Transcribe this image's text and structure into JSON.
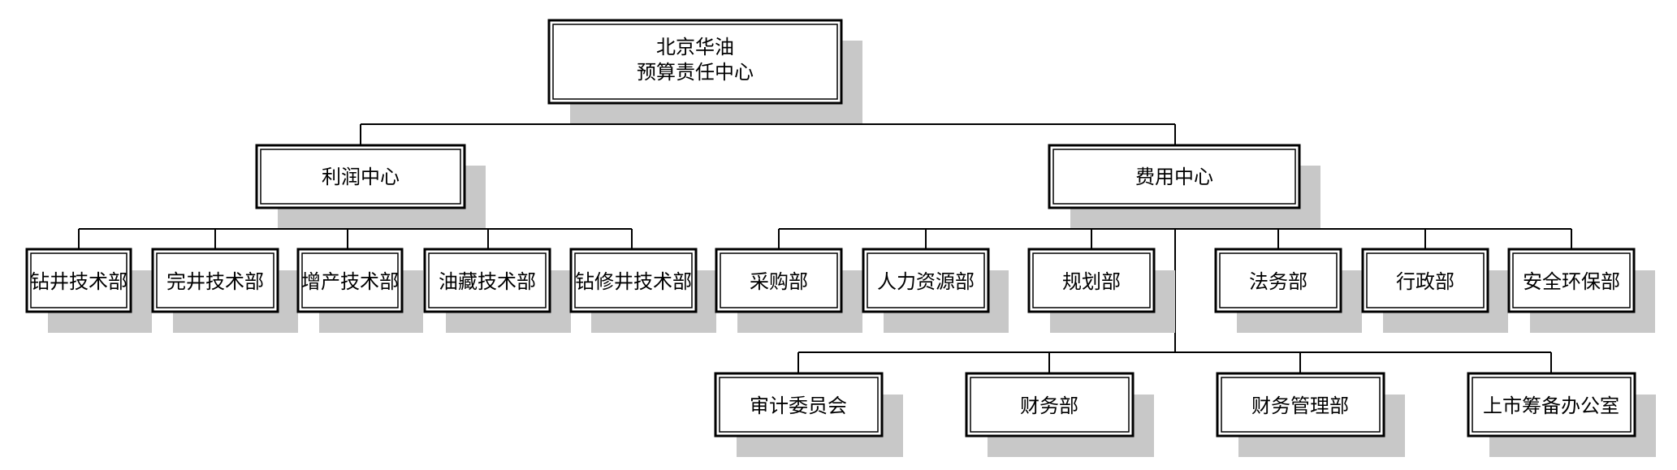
{
  "diagram": {
    "root": {
      "lines": [
        "北京华油",
        "预算责任中心"
      ]
    },
    "profit_center": {
      "label": "利润中心",
      "departments": [
        "钻井技术部",
        "完井技术部",
        "增产技术部",
        "油藏技术部",
        "钻修井技术部"
      ]
    },
    "cost_center": {
      "label": "费用中心",
      "departments_row1": [
        "采购部",
        "人力资源部",
        "规划部",
        "法务部",
        "行政部",
        "安全环保部"
      ],
      "departments_row2": [
        "审计委员会",
        "财务部",
        "财务管理部",
        "上市筹备办公室"
      ]
    }
  },
  "colors": {
    "shadow": "#c8c8c8",
    "border": "#000000",
    "box_fill": "#ffffff",
    "line": "#000000"
  }
}
